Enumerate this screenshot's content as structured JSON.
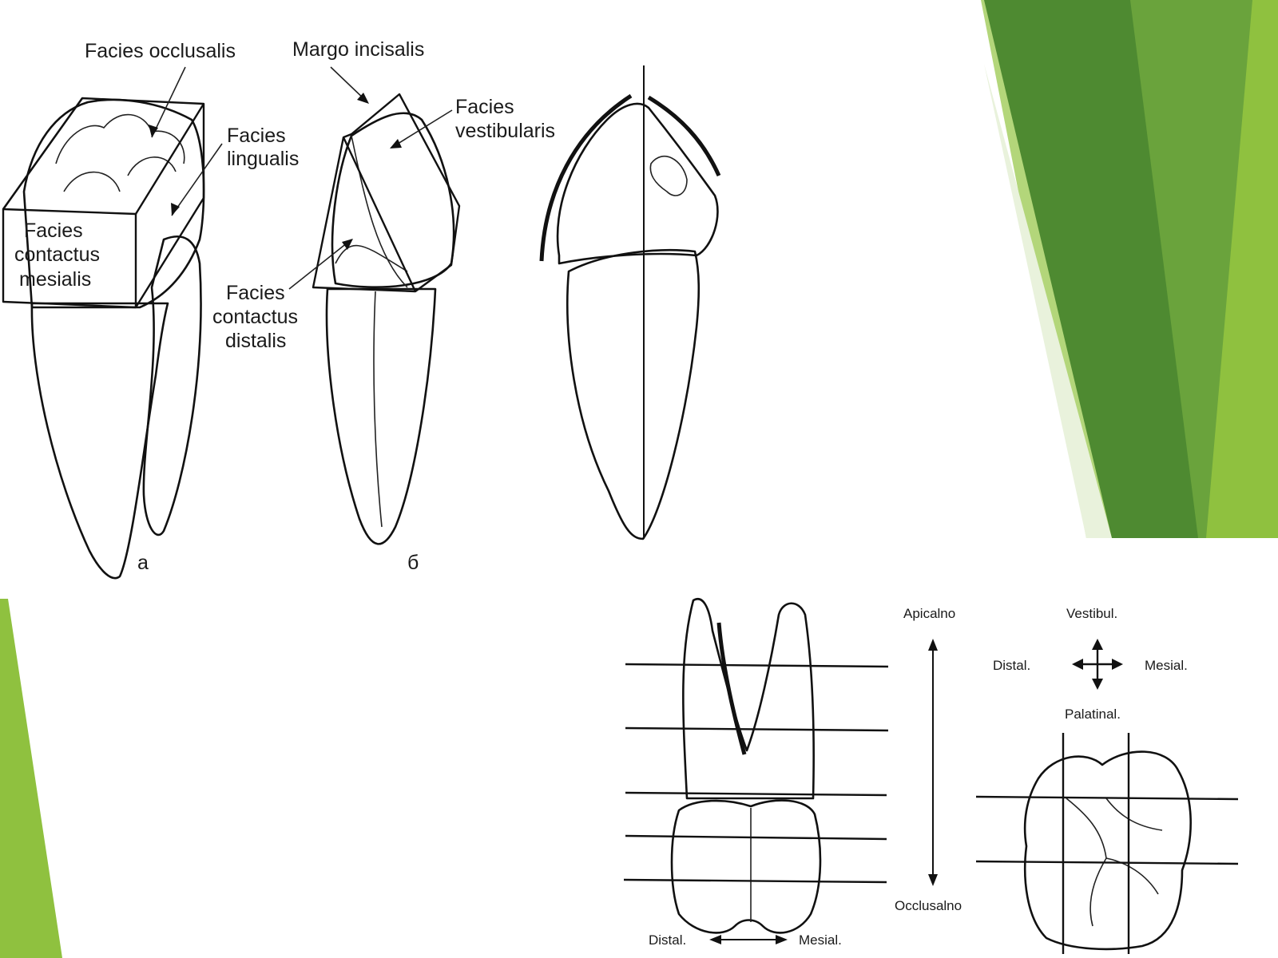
{
  "colors": {
    "green_dark": "#4e8a31",
    "green_mid": "#6aa33c",
    "green_light": "#8fc13f",
    "green_pale": "#b3d67a",
    "ink": "#111111",
    "crown_fill": "#d9d9d9",
    "root_fill": "#eeeeee"
  },
  "top_figure": {
    "labels": {
      "facies_occlusalis": "Facies occlusalis",
      "margo_incisalis": "Margo incisalis",
      "facies_lingualis_1": "Facies",
      "facies_lingualis_2": "lingualis",
      "facies_vestibularis_1": "Facies",
      "facies_vestibularis_2": "vestibularis",
      "facies_contactus_mesialis_1": "Facies",
      "facies_contactus_mesialis_2": "contactus",
      "facies_contactus_mesialis_3": "mesialis",
      "facies_contactus_distalis_1": "Facies",
      "facies_contactus_distalis_2": "contactus",
      "facies_contactus_distalis_3": "distalis",
      "panel_a": "a",
      "panel_b": "б"
    }
  },
  "bottom_figure": {
    "labels": {
      "apicalno": "Apicalno",
      "occlusalno": "Occlusalno",
      "distal_bottom": "Distal.",
      "mesial_bottom": "Mesial.",
      "vestibul": "Vestibul.",
      "palatinal": "Palatinal.",
      "distal_compass": "Distal.",
      "mesial_compass": "Mesial."
    }
  }
}
